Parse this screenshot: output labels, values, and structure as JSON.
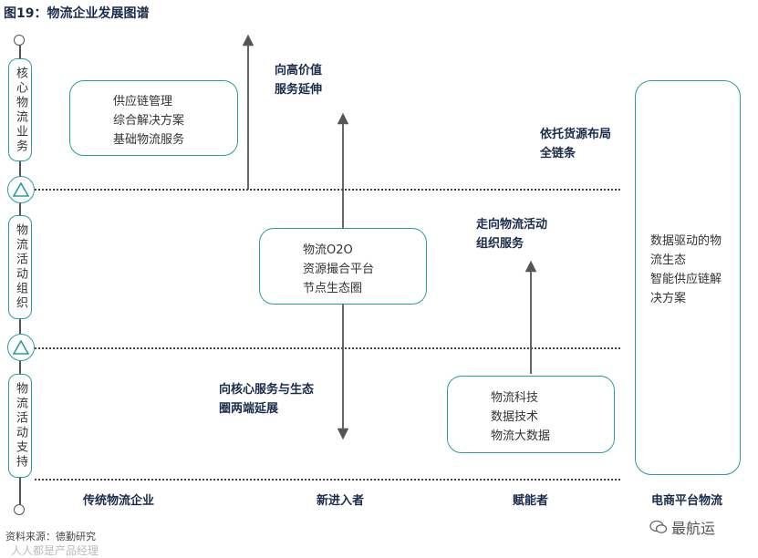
{
  "title": "图19：物流企业发展图谱",
  "source": "资料来源：德勤研究",
  "watermark_left": "人人都是产品经理",
  "watermark_right": "最航运",
  "left_track": {
    "segments": [
      "核心物流业务",
      "物流活动组织",
      "物流活动支持"
    ]
  },
  "boxes": {
    "traditional": [
      "供应链管理",
      "综合解决方案",
      "基础物流服务"
    ],
    "newcomer": [
      "物流O2O",
      "资源撮合平台",
      "节点生态圈"
    ],
    "enabler": [
      "物流科技",
      "数据技术",
      "物流大数据"
    ],
    "ecommerce": [
      "数据驱动的物",
      "流生态",
      "智能供应链解",
      "决方案"
    ]
  },
  "annotations": {
    "high_value": [
      "向高价值",
      "服务延伸"
    ],
    "full_chain": [
      "依托货源布局",
      "全链条"
    ],
    "org_service": [
      "走向物流活动",
      "组织服务"
    ],
    "two_ends": [
      "向核心服务与生态",
      "圈两端延展"
    ]
  },
  "columns": [
    "传统物流企业",
    "新进入者",
    "赋能者",
    "电商平台物流"
  ],
  "colors": {
    "accent": "#2a9d9e",
    "text": "#1b2b4a"
  }
}
